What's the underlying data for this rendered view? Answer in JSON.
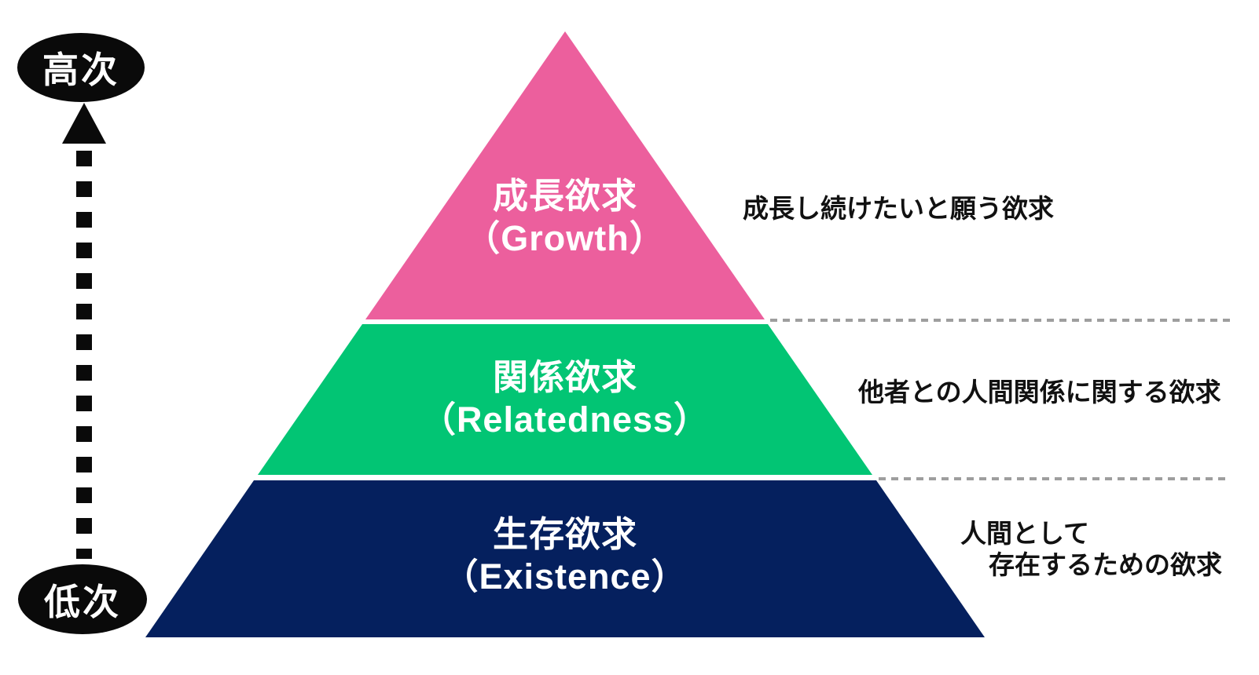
{
  "colors": {
    "growth_fill": "#EC5F9D",
    "relatedness_fill": "#02C574",
    "existence_fill": "#05205E",
    "badge_fill": "#0A0A0A",
    "badge_text": "#FFFFFF",
    "tier_text": "#FFFFFF",
    "annotation_text": "#111111",
    "divider": "#9E9E9E"
  },
  "order_axis": {
    "high_label": "高次",
    "low_label": "低次"
  },
  "levels": [
    {
      "label_jp": "成長欲求",
      "label_en": "（Growth）",
      "annotation": "成長し続けたいと願う欲求"
    },
    {
      "label_jp": "関係欲求",
      "label_en": "（Relatedness）",
      "annotation": "他者との人間関係に関する欲求"
    },
    {
      "label_jp": "生存欲求",
      "label_en": "（Existence）",
      "annotation_line1": "人間として",
      "annotation_line2": "存在するための欲求"
    }
  ]
}
